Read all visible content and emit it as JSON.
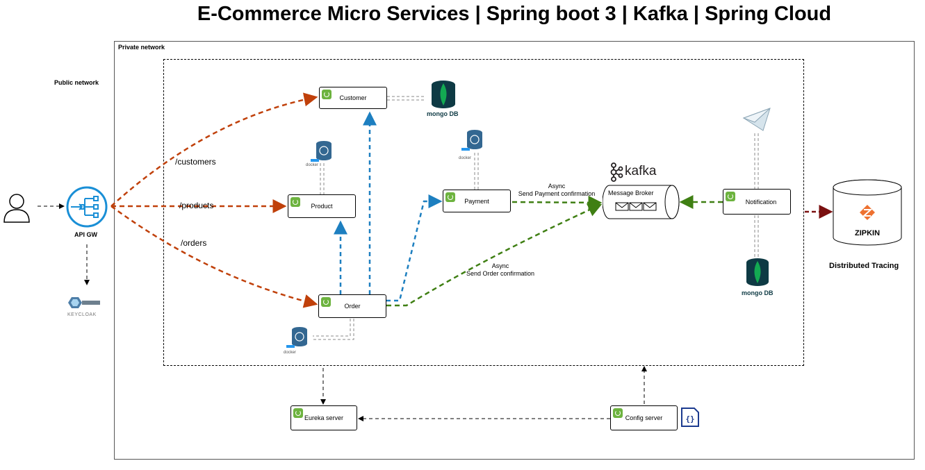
{
  "title": "E-Commerce Micro Services | Spring boot 3 | Kafka | Spring Cloud",
  "private_network_label": "Private network",
  "public_network_label": "Public network",
  "api_gw_label": "API GW",
  "keycloak_label": "KEYCLOAK",
  "routes": {
    "customers": "/customers",
    "products": "/products",
    "orders": "/orders"
  },
  "services": {
    "customer": "Customer",
    "product": "Product",
    "order": "Order",
    "payment": "Payment",
    "notification": "Notification",
    "eureka": "Eureka server",
    "config": "Config server"
  },
  "message_broker_label": "Message Broker",
  "kafka_label": "kafka",
  "mongo_label": "mongo DB",
  "docker_label": "docker",
  "async_payment": {
    "line1": "Async",
    "line2": "Send Payment confirmation"
  },
  "async_order": {
    "line1": "Async",
    "line2": "Send Order confirmation"
  },
  "zipkin_label": "ZIPKIN",
  "distributed_tracing_label": "Distributed Tracing",
  "colors": {
    "route_orange": "#c0400a",
    "sync_blue": "#1d7fc0",
    "async_green": "#3f7f13",
    "trace_red": "#7a1010",
    "spring_green": "#6db33f",
    "mongo_green": "#13aa52",
    "mongo_dark": "#003a44",
    "kafka_black": "#231f20",
    "zipkin_orange": "#ee7130"
  },
  "icons": [
    "user-icon",
    "api-gateway-icon",
    "keycloak-icon",
    "mongo-db-icon",
    "postgres-docker-icon",
    "kafka-icon",
    "envelope-icon",
    "json-config-icon",
    "zipkin-icon"
  ]
}
